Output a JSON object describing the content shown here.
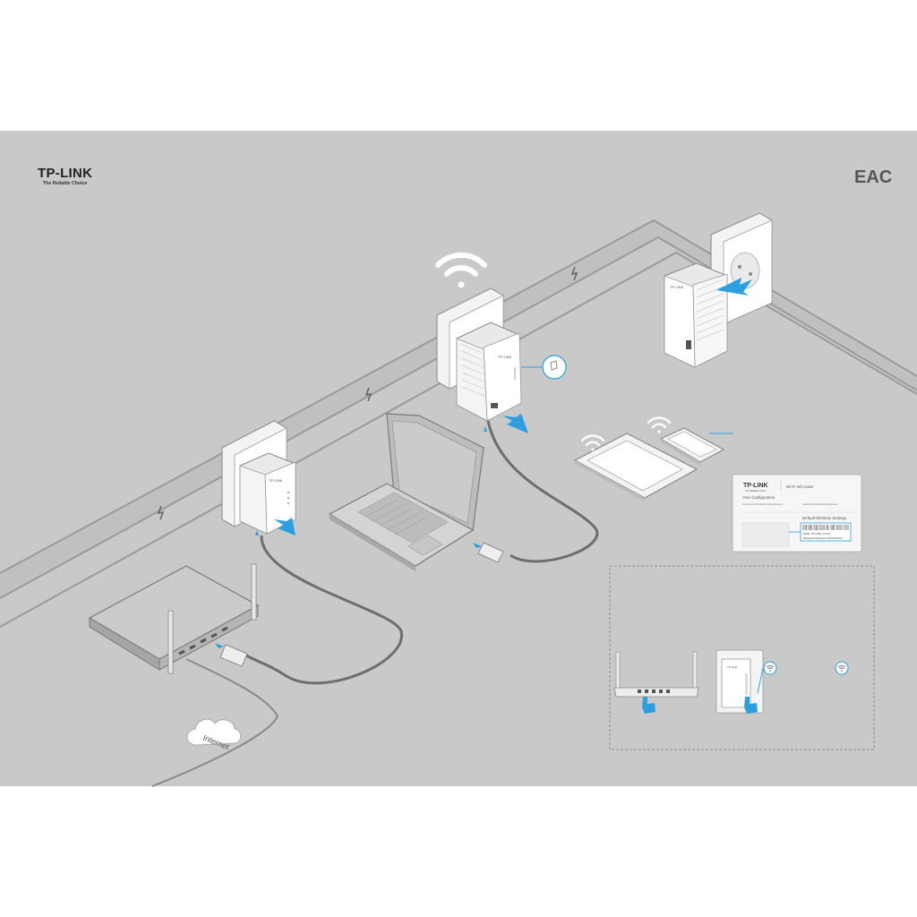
{
  "brand": {
    "name": "TP-LINK",
    "tagline": "The Reliable Choice",
    "certification_mark": "EAC"
  },
  "device_labels": {
    "adapter_logo": "TP-LINK"
  },
  "internet_label": "Internet",
  "wifi_card": {
    "logo": "TP-LINK",
    "logo_tagline": "The Reliable Choice",
    "title": "Wi-Fi Info Card",
    "section_title": "Your Configuration",
    "col1_label": "Customized Wireless Network Name",
    "col2_label": "Customized Wireless Password",
    "default_title": "Default Wireless Settings",
    "ssid_line": "SSID: TP-LINK_XXXX",
    "password_line": "Wireless Password: XXXXXXXX"
  },
  "colors": {
    "background": "#c9c9c9",
    "accent_blue": "#2b9fe0",
    "cable": "#6e6e6e",
    "device_white": "#ffffff"
  },
  "icons": [
    "wifi-icon",
    "lightning-icon",
    "cloud-icon",
    "arrow-icon",
    "pointer-hand-icon"
  ]
}
